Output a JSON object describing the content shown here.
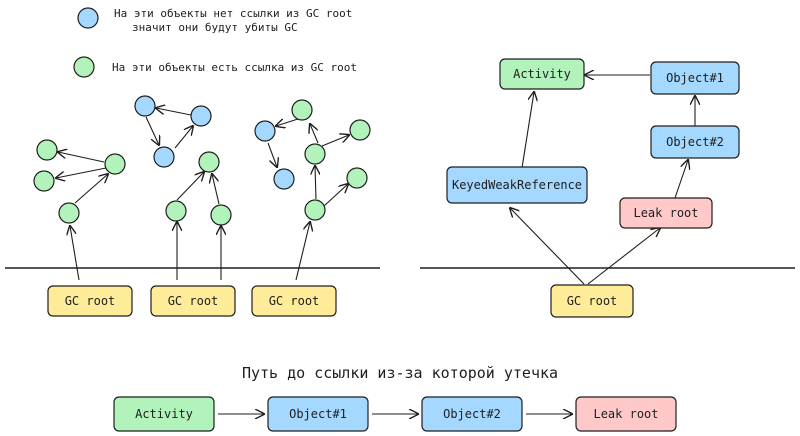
{
  "legend": {
    "blue_text_line1": "На эти объекты нет ссылки из GC root",
    "blue_text_line2": "значит они будут убиты GC",
    "green_text": "На эти объекты есть ссылка из GC root"
  },
  "left": {
    "gc_roots": [
      "GC root",
      "GC root",
      "GC root"
    ]
  },
  "right": {
    "activity": "Activity",
    "object1": "Object#1",
    "object2": "Object#2",
    "keyed": "KeyedWeakReference",
    "leak_root": "Leak root",
    "gc_root": "GC root"
  },
  "bottom": {
    "title": "Путь до ссылки из-за которой утечка",
    "chain": [
      "Activity",
      "Object#1",
      "Object#2",
      "Leak root"
    ]
  },
  "colors": {
    "blue": "#a5d8ff",
    "green": "#b2f2bb",
    "yellow": "#ffec99",
    "pink": "#ffc9c9",
    "stroke": "#1e1e1e"
  }
}
